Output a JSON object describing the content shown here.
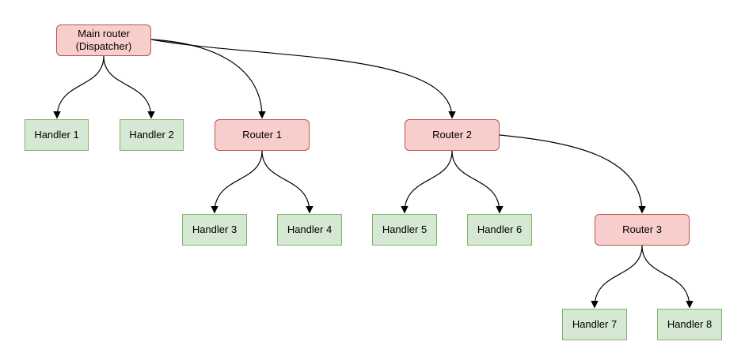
{
  "diagram": {
    "background": "#ffffff",
    "colors": {
      "router_fill": "#f8cecc",
      "router_stroke": "#b85450",
      "handler_fill": "#d5e8d4",
      "handler_stroke": "#82b366",
      "edge": "#000000",
      "text": "#000000",
      "background": "#ffffff"
    },
    "nodes": {
      "main_router": {
        "label": "Main router\n(Dispatcher)",
        "type": "router"
      },
      "handler1": {
        "label": "Handler 1",
        "type": "handler"
      },
      "handler2": {
        "label": "Handler 2",
        "type": "handler"
      },
      "router1": {
        "label": "Router 1",
        "type": "router"
      },
      "router2": {
        "label": "Router 2",
        "type": "router"
      },
      "handler3": {
        "label": "Handler 3",
        "type": "handler"
      },
      "handler4": {
        "label": "Handler 4",
        "type": "handler"
      },
      "handler5": {
        "label": "Handler 5",
        "type": "handler"
      },
      "handler6": {
        "label": "Handler 6",
        "type": "handler"
      },
      "router3": {
        "label": "Router 3",
        "type": "router"
      },
      "handler7": {
        "label": "Handler 7",
        "type": "handler"
      },
      "handler8": {
        "label": "Handler 8",
        "type": "handler"
      }
    },
    "edges": [
      {
        "from": "main_router",
        "to": "handler1"
      },
      {
        "from": "main_router",
        "to": "handler2"
      },
      {
        "from": "main_router",
        "to": "router1"
      },
      {
        "from": "main_router",
        "to": "router2"
      },
      {
        "from": "router1",
        "to": "handler3"
      },
      {
        "from": "router1",
        "to": "handler4"
      },
      {
        "from": "router2",
        "to": "handler5"
      },
      {
        "from": "router2",
        "to": "handler6"
      },
      {
        "from": "router2",
        "to": "router3"
      },
      {
        "from": "router3",
        "to": "handler7"
      },
      {
        "from": "router3",
        "to": "handler8"
      }
    ]
  }
}
